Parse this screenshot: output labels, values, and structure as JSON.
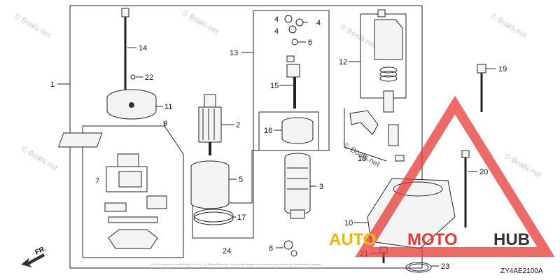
{
  "diagram_code": "ZY4AE2100A",
  "direction_label": "FR.",
  "watermark": "© Boats.net",
  "logo": {
    "word_a": "AUTO",
    "word_b": "MOTO",
    "word_c": "HUB",
    "color_a": "#f4b400",
    "color_b": "#e53935",
    "color_c": "#333333"
  },
  "copyright_strip": "(c) 2012 American Honda Motor Co., Inc. - All Rights Reserved. Honda parts diagram reproduced under license for identification purposes",
  "callouts": [
    "1",
    "2",
    "3",
    "4",
    "4",
    "4",
    "5",
    "6",
    "7",
    "8",
    "9",
    "10",
    "11",
    "12",
    "13",
    "14",
    "15",
    "16",
    "17",
    "18",
    "19",
    "20",
    "21",
    "22",
    "23",
    "24"
  ]
}
